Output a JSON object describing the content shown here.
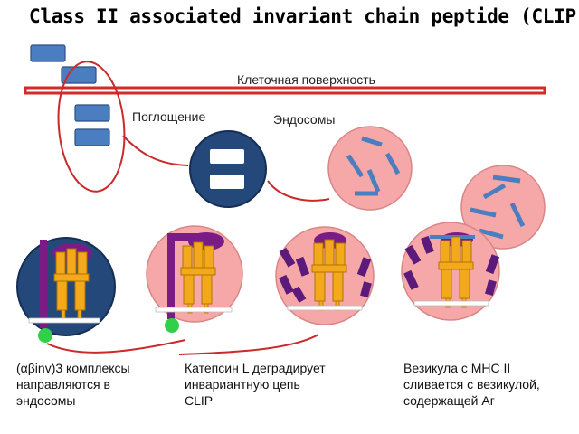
{
  "title": "Class II associated invariant chain peptide (CLIP)",
  "labels": {
    "cell_surface": "Клеточная поверхность",
    "uptake": "Поглощение",
    "endosomes": "Эндосомы"
  },
  "captions": [
    "(αβinv)3 комплексы\nнаправляются в\nэндосомы",
    "Катепсин L деградирует\nинвариантную цепь\nCLIP",
    "Везикула с MHC II\nсливается с везикулой,\nсодержащей Аг"
  ],
  "colors": {
    "membrane": "#d62a2a",
    "antigen": "#4a7ec0",
    "endosome_pink": "#f6a8a8",
    "vesicle_navy": "#24487a",
    "mhc_orange": "#f4a81c",
    "invariant_purple": "#7a1c86",
    "anchor_green": "#2fd04a",
    "fragment_purple": "#5c1a7a"
  }
}
